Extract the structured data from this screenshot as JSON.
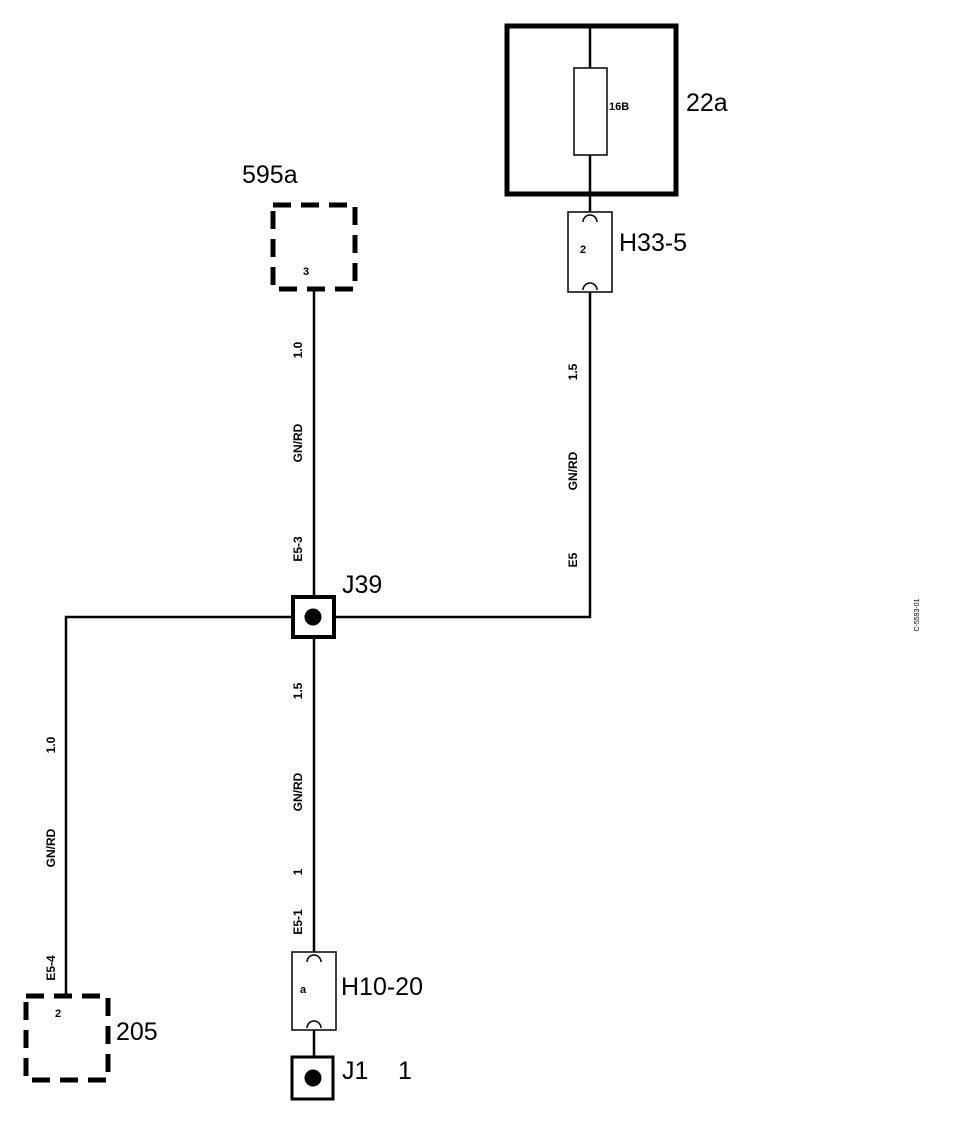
{
  "diagram": {
    "components": {
      "c595a": {
        "name": "595a",
        "pin": "3"
      },
      "c22a": {
        "name": "22a",
        "fuse": "16B"
      },
      "c205": {
        "name": "205",
        "pin": "2"
      },
      "h33": {
        "name": "H33-5",
        "pin": "2"
      },
      "h10": {
        "name": "H10-20",
        "pin": "a"
      },
      "j39": {
        "name": "J39"
      },
      "j1": {
        "name": "J1",
        "pin": "1"
      }
    },
    "wires": {
      "top_center": {
        "size": "1.0",
        "color": "GN/RD",
        "id": "E5-3"
      },
      "right": {
        "size": "1.5",
        "color": "GN/RD",
        "id": "E5"
      },
      "left": {
        "size": "1.0",
        "color": "GN/RD",
        "id": "E5-4"
      },
      "bottom_center": {
        "size": "1.5",
        "color": "GN/RD",
        "extra": "1",
        "id": "E5-1"
      }
    },
    "image_code": "C-5593-01"
  }
}
